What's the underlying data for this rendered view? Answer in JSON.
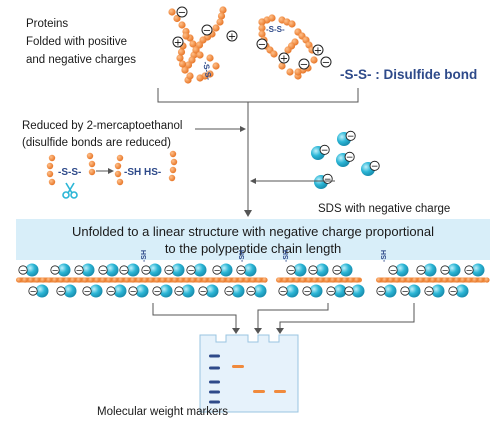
{
  "labels": {
    "proteins_line1": "Proteins",
    "proteins_line2": "Folded with positive",
    "proteins_line3": "and negative charges",
    "disulfide_legend": "-S-S- : Disulfide bond",
    "reduced_line1": "Reduced by 2-mercaptoethanol",
    "reduced_line2": "(disulfide bonds are reduced)",
    "ss_label": "-S-S-",
    "sh_label": "-SH HS-",
    "sds_label": "SDS with negative charge",
    "unfolded_line1": "Unfolded to a linear structure with negative charge proportional",
    "unfolded_line2": "to the polypeptide chain length",
    "markers_label": "Molecular weight markers",
    "sh_short": "-SH",
    "ss_short": "-S-S-",
    "plus": "+",
    "minus": "−"
  },
  "colors": {
    "bead": "#f08a3c",
    "sds": "#2bb6d6",
    "banner": "#d8eef9",
    "marker_band": "#2e4a8a",
    "sample_band": "#f08a3c",
    "gel": "#e6f2fb",
    "legend_text": "#2e4a8a"
  },
  "icons": {
    "scissors": "scissors-icon"
  }
}
